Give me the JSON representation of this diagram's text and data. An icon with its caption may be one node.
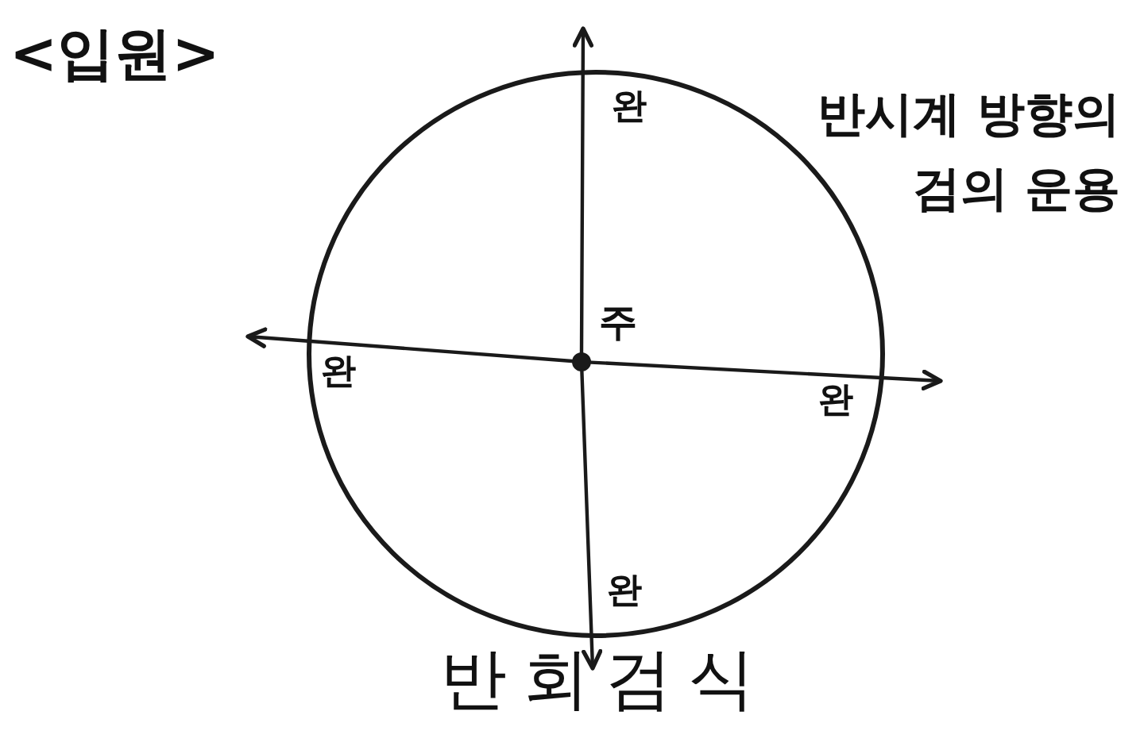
{
  "diagram": {
    "title": "<입원>",
    "caption": "반회검식",
    "nodes": [
      {
        "text": [],
        "shape": "circle"
      },
      {
        "text": [],
        "shape": "circle",
        "in": 0,
        "beside": [
          "주"
        ]
      }
    ],
    "edges": [
      {
        "from": 1,
        "to": null,
        "arrow": "to",
        "label": "완"
      },
      {
        "from": 1,
        "to": null,
        "arrow": "to",
        "label": "완"
      },
      {
        "from": 1,
        "to": null,
        "arrow": "to",
        "label": "완"
      },
      {
        "from": 1,
        "to": null,
        "arrow": "to",
        "label": "완"
      }
    ],
    "labels": [
      "반시계 방향의 검의 운용"
    ]
  }
}
